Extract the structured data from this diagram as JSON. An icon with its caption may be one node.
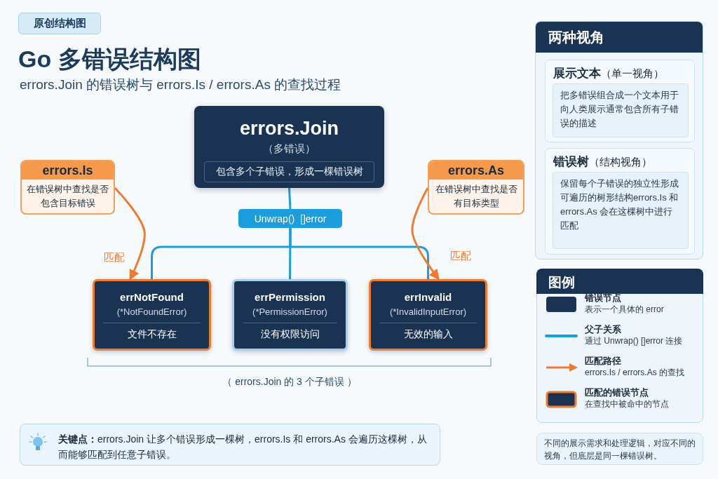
{
  "diagram": {
    "title": "Go 多错误结构图",
    "nodes": [
      {
        "text": [
          "原创结构图"
        ]
      },
      {
        "text": [
          "errors.Join",
          "（多错误）",
          "包含多个子错误，形成一棵错误树"
        ]
      },
      {
        "text": [
          "Unwrap()  []error"
        ]
      },
      {
        "text": [
          "errors.Is",
          "在错误树中查找是否包含目标错误"
        ]
      },
      {
        "text": [
          "errors.As",
          "在错误树中查找是否有目标类型"
        ]
      },
      {
        "text": [
          "errNotFound",
          "(*NotFoundError)",
          "文件不存在"
        ]
      },
      {
        "text": [
          "errPermission",
          "(*PermissionError)",
          "没有权限访问"
        ]
      },
      {
        "text": [
          "errInvalid",
          "(*InvalidInputError)",
          "无效的输入"
        ]
      },
      {
        "text": [
          "**关键点：**errors.Join 让多个错误形成一棵树，errors.Is 和 errors.As 会遍历这棵树，从而能够匹配到任意子错误。"
        ]
      },
      {
        "text": [
          "两种视角"
        ]
      },
      {
        "text": [
          "**展示文本**（单一视角）"
        ],
        "in": 9
      },
      {
        "text": [
          "把多错误组合成一个文本用于向人类展示通常包含所有子错误的描述"
        ],
        "in": 10
      },
      {
        "text": [
          "**错误树**（结构视角）"
        ],
        "in": 9
      },
      {
        "text": [
          "保留每个子错误的独立性形成可遍历的树形结构errors.Is 和 errors.As 会在这棵树中进行匹配"
        ],
        "in": 12
      },
      {
        "text": [
          "不同的展示需求和处理逻辑，对应不同的视角，但底层是同一棵错误树。"
        ]
      }
    ],
    "edges": [
      {
        "from": 1,
        "to": 2,
        "arrow": "none"
      },
      {
        "from": 2,
        "to": 5,
        "arrow": "none"
      },
      {
        "from": 2,
        "to": 6,
        "arrow": "none"
      },
      {
        "from": 2,
        "to": 7,
        "arrow": "none"
      },
      {
        "from": 3,
        "to": 5,
        "arrow": "to",
        "label": "匹配",
        "color": "#f07a30"
      },
      {
        "from": 4,
        "to": 7,
        "arrow": "to",
        "label": "匹配",
        "color": "#f07a30"
      }
    ],
    "labels": [
      "errors.Join 的错误树与 errors.Is / errors.As 的查找过程",
      "（ errors.Join 的 3 个子错误 ）",
      "图例"
    ],
    "legend": [
      {
        "text": "**错误节点**表示一个具体的 error",
        "color": "#1b3352"
      },
      {
        "text": "**父子关系**通过 Unwrap() []error 连接"
      },
      {
        "text": "**匹配路径**errors.Is / errors.As 的查找"
      },
      {
        "text": "**匹配的错误节点**在查找中被命中的节点"
      }
    ]
  }
}
